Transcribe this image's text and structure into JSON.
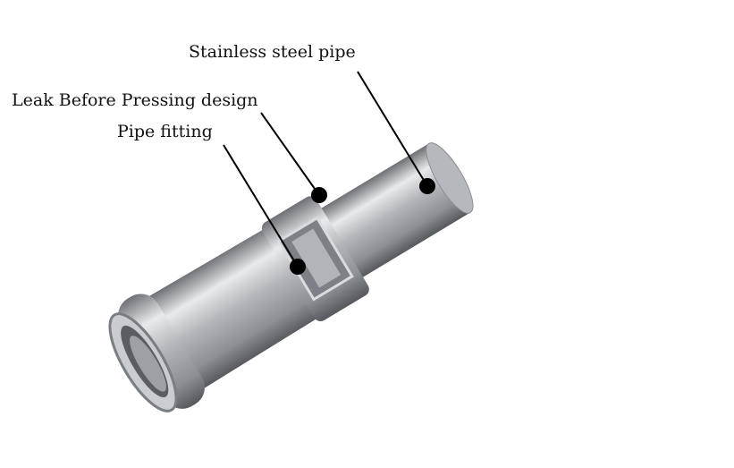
{
  "labels": {
    "stainless_pipe": "Stainless steel pipe",
    "leak_design": "Leak Before Pressing design",
    "pipe_fitting": "Pipe fitting"
  },
  "colors": {
    "steel_light": "#e4e6e8",
    "steel_mid": "#a9adb1",
    "steel_dark": "#5c6065",
    "callout": "#000000"
  }
}
